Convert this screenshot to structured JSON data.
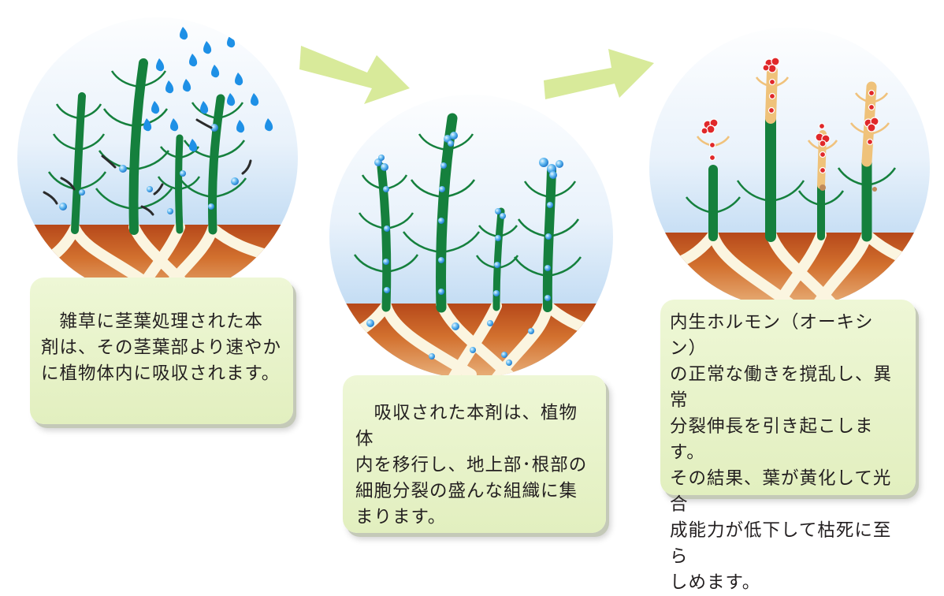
{
  "steps": [
    {
      "id": "step1",
      "caption": "　雑草に茎葉処理された本\n剤は、その茎葉部より速やか\nに植物体内に吸収されます。",
      "colors": {
        "leaf": "#15803d",
        "droplet": "#1e90e6",
        "soil": "#c65a1e"
      }
    },
    {
      "id": "step2",
      "caption": "　吸収された本剤は、植物体\n内を移行し、地上部･根部の\n細胞分裂の盛んな組織に集\nまります。",
      "colors": {
        "leaf": "#15803d",
        "bubble": "#3aa7e8",
        "soil": "#c65a1e"
      }
    },
    {
      "id": "step3",
      "caption": "内生ホルモン（オーキシン）\nの正常な働きを撹乱し、異常\n分裂伸長を引き起こします。\nその結果、葉が黄化して光合\n成能力が低下して枯死に至ら\nしめます。",
      "colors": {
        "leaf": "#15803d",
        "yellowed": "#f2c57a",
        "marker": "#e0282a",
        "soil": "#c65a1e"
      }
    }
  ],
  "arrows": {
    "color": "#d8ea9a",
    "icon": "right-arrow-icon"
  },
  "palette": {
    "sky_top": "#ffffff",
    "sky_bottom": "#9cc6ec",
    "root": "#fbf5e0",
    "caption_bg": "#e6f2c6"
  }
}
